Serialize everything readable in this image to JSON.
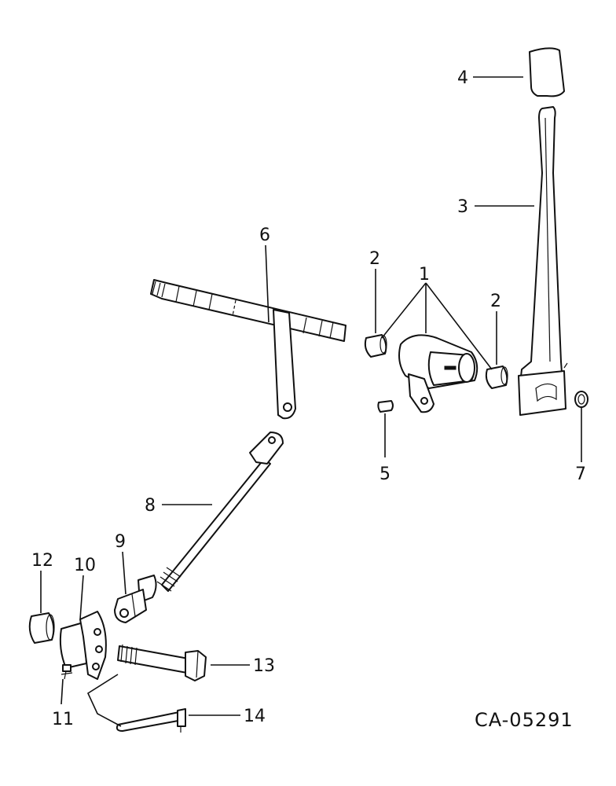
{
  "drawing_code": "CA-05291",
  "callouts": [
    "1",
    "2",
    "2",
    "3",
    "4",
    "5",
    "6",
    "7",
    "8",
    "9",
    "10",
    "11",
    "12",
    "13",
    "14"
  ]
}
